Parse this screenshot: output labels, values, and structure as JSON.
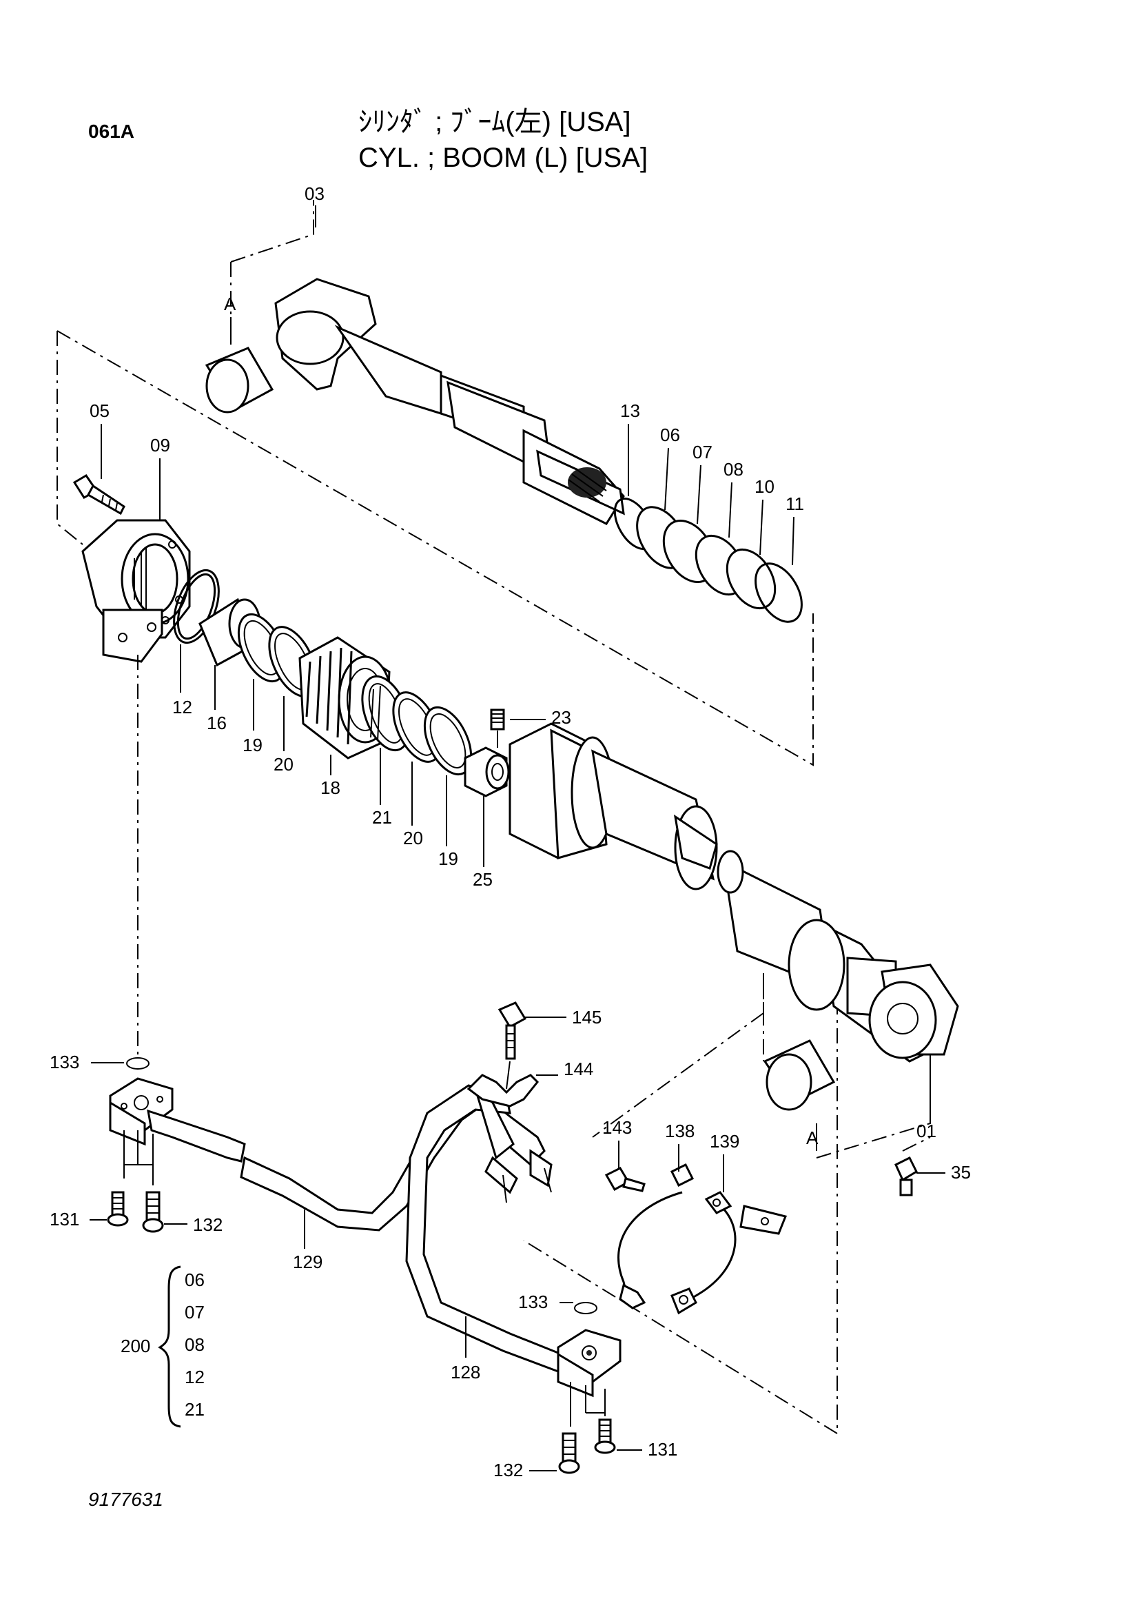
{
  "header": {
    "page_ref": "061A",
    "title_jp": "ｼﾘﾝﾀﾞ ; ﾌﾞｰﾑ(左) [USA]",
    "title_en": "CYL. ; BOOM (L) [USA]"
  },
  "footer": {
    "drawing_number": "9177631"
  },
  "callouts": {
    "c03": "03",
    "cA_top": "A",
    "c05": "05",
    "c09": "09",
    "c13": "13",
    "c06": "06",
    "c07": "07",
    "c08": "08",
    "c10": "10",
    "c11": "11",
    "c12": "12",
    "c16": "16",
    "c19a": "19",
    "c20a": "20",
    "c18": "18",
    "c21": "21",
    "c20b": "20",
    "c19b": "19",
    "c25": "25",
    "c23": "23",
    "c145": "145",
    "c144": "144",
    "c133a": "133",
    "c131a": "131",
    "c132a": "132",
    "c129": "129",
    "c143": "143",
    "c138": "138",
    "c139": "139",
    "cA_bottom": "A",
    "c01": "01",
    "c35": "35",
    "c133b": "133",
    "c128": "128",
    "c132b": "132",
    "c131b": "131"
  },
  "kit": {
    "number": "200",
    "items": [
      "06",
      "07",
      "08",
      "12",
      "21"
    ]
  }
}
